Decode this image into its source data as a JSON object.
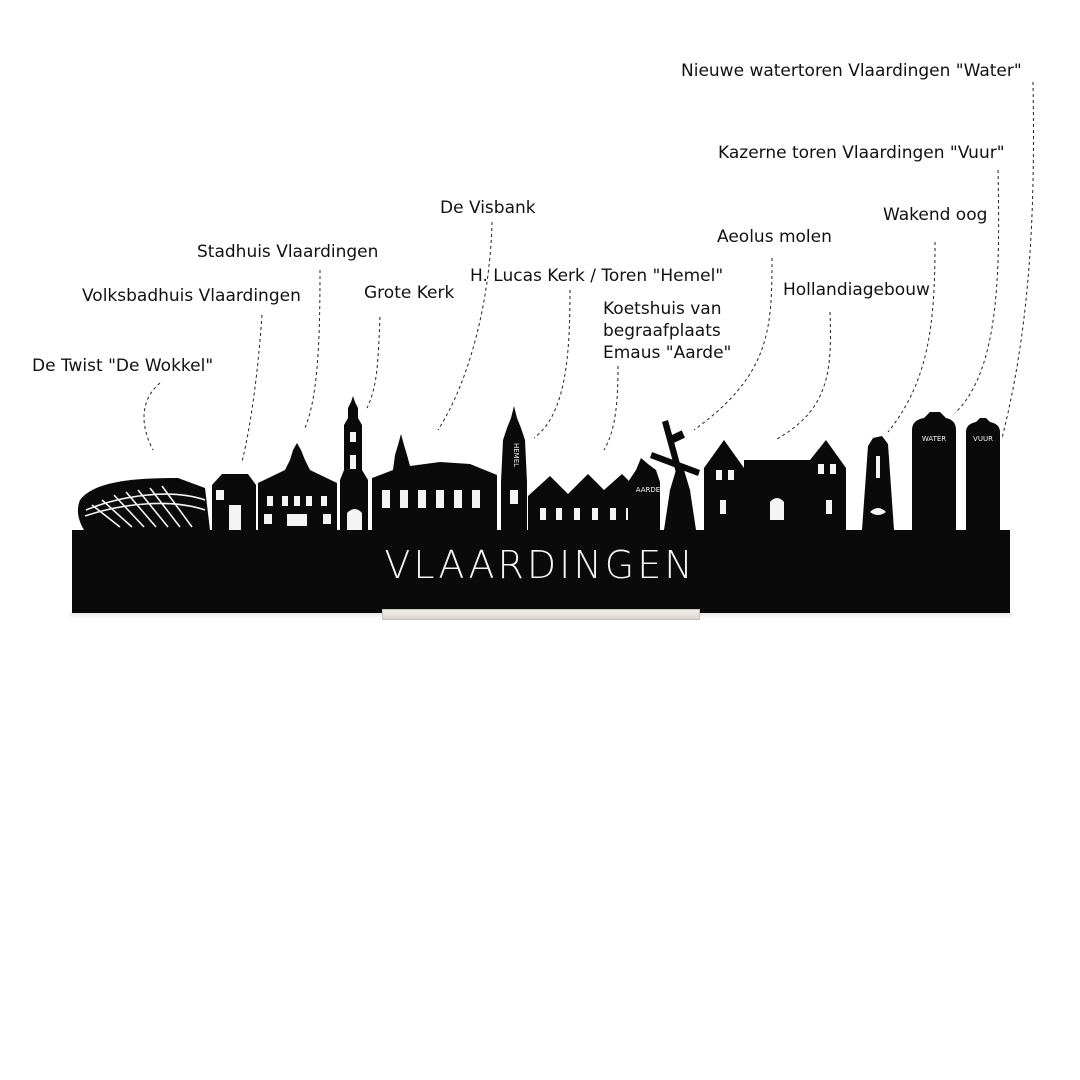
{
  "city": "VLAARDINGEN",
  "labels": [
    {
      "id": "de-twist",
      "text": "De Twist \"De Wokkel\""
    },
    {
      "id": "volksbadhuis",
      "text": "Volksbadhuis Vlaardingen"
    },
    {
      "id": "stadhuis",
      "text": "Stadhuis Vlaardingen"
    },
    {
      "id": "grote-kerk",
      "text": "Grote Kerk"
    },
    {
      "id": "de-visbank",
      "text": "De Visbank"
    },
    {
      "id": "lucas-kerk",
      "text": "H. Lucas Kerk / Toren \"Hemel\""
    },
    {
      "id": "koetshuis",
      "text": "Koetshuis van begraafplaats Emaus \"Aarde\""
    },
    {
      "id": "aeolus",
      "text": "Aeolus molen"
    },
    {
      "id": "hollandia",
      "text": "Hollandiagebouw"
    },
    {
      "id": "wakend-oog",
      "text": "Wakend oog"
    },
    {
      "id": "kazerne",
      "text": "Kazerne toren Vlaardingen \"Vuur\""
    },
    {
      "id": "watertoren",
      "text": "Nieuwe watertoren Vlaardingen \"Water\""
    }
  ],
  "building_marks": {
    "hemel": "HEMEL",
    "aarde": "AARDE",
    "water": "WATER",
    "vuur": "VUUR"
  },
  "colors": {
    "silhouette": "#0a0a0a",
    "engraving": "#f4f4f4",
    "stand": "#e8e3de",
    "leader": "#222222"
  }
}
